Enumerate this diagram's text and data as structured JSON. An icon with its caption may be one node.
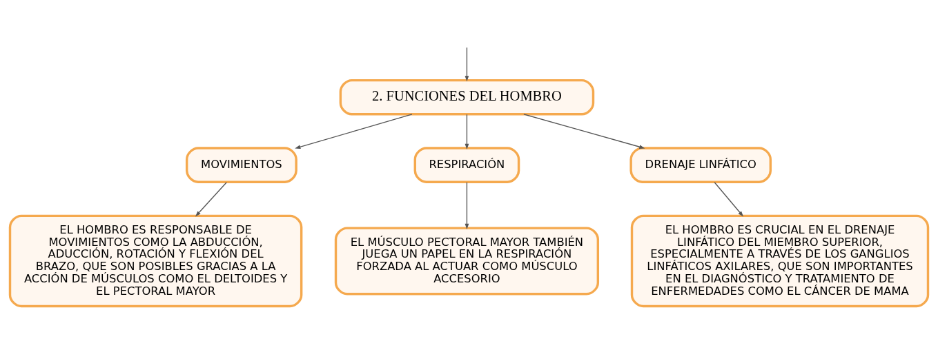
{
  "diagram": {
    "nodes": [
      {
        "text": [
          "2. FUNCIONES DEL HOMBRO"
        ]
      },
      {
        "text": [
          "MOVIMIENTOS"
        ]
      },
      {
        "text": [
          "RESPIRACIÓN"
        ]
      },
      {
        "text": [
          "DRENAJE LINFÁTICO"
        ]
      },
      {
        "text": [
          "EL HOMBRO ES RESPONSABLE DE MOVIMIENTOS COMO LA ABDUCCIÓN, ADUCCIÓN, ROTACIÓN Y FLEXIÓN DEL BRAZO, QUE SON POSIBLES GRACIAS A LA ACCIÓN DE MÚSCULOS COMO EL DELTOIDES Y EL PECTORAL MAYOR"
        ]
      },
      {
        "text": [
          "EL MÚSCULO PECTORAL MAYOR TAMBIÉN JUEGA UN PAPEL EN LA RESPIRACIÓN FORZADA AL ACTUAR COMO MÚSCULO ACCESORIO"
        ]
      },
      {
        "text": [
          "EL HOMBRO ES CRUCIAL EN EL DRENAJE LINFÁTICO DEL MIEMBRO SUPERIOR, ESPECIALMENTE A TRAVÉS DE LOS GANGLIOS LINFÁTICOS AXILARES, QUE SON IMPORTANTES EN EL DIAGNÓSTICO Y TRATAMIENTO DE ENFERMEDADES COMO EL CÁNCER DE MAMA"
        ]
      }
    ],
    "edges": [
      {
        "from": null,
        "to": 0,
        "arrow": "to"
      },
      {
        "from": 0,
        "to": 1,
        "arrow": "to"
      },
      {
        "from": 0,
        "to": 2,
        "arrow": "to"
      },
      {
        "from": 0,
        "to": 3,
        "arrow": "to"
      },
      {
        "from": 1,
        "to": 4,
        "arrow": "to"
      },
      {
        "from": 2,
        "to": 5,
        "arrow": "to"
      },
      {
        "from": 3,
        "to": 6,
        "arrow": "to"
      }
    ]
  }
}
